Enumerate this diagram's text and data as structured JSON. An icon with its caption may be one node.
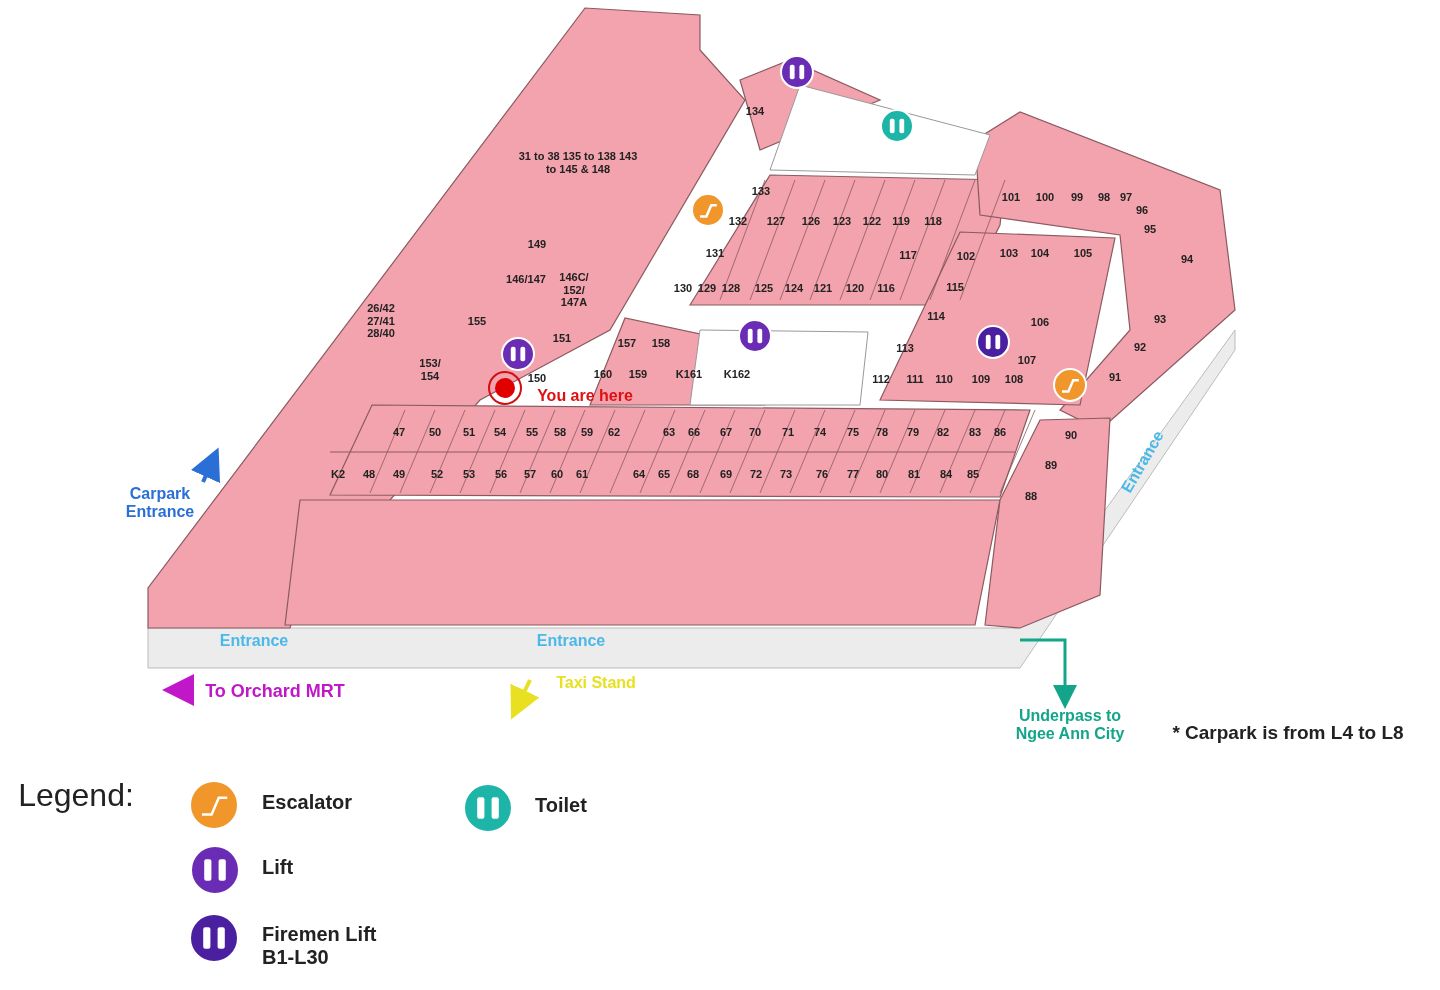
{
  "diagram": {
    "labels": [
      "31 to 38 135 to 138 143 to 145 & 148",
      "149",
      "146/147",
      "146C/ 152/ 147A",
      "26/42 27/41 28/40",
      "155",
      "151",
      "153/ 154",
      "150",
      "157",
      "158",
      "160",
      "159",
      "K161",
      "K162",
      "134",
      "133",
      "132",
      "127",
      "126",
      "123",
      "122",
      "119",
      "118",
      "131",
      "117",
      "102",
      "103",
      "104",
      "105",
      "130",
      "129",
      "128",
      "125",
      "124",
      "121",
      "120",
      "116",
      "115",
      "101",
      "100",
      "99",
      "98",
      "97",
      "96",
      "95",
      "94",
      "114",
      "106",
      "93",
      "113",
      "92",
      "107",
      "112",
      "111",
      "110",
      "109",
      "108",
      "91",
      "You are here",
      "47",
      "50",
      "51",
      "54",
      "55",
      "58",
      "59",
      "62",
      "63",
      "66",
      "67",
      "70",
      "71",
      "74",
      "75",
      "78",
      "79",
      "82",
      "83",
      "86",
      "90",
      "K2",
      "48",
      "49",
      "52",
      "53",
      "56",
      "57",
      "60",
      "61",
      "64",
      "65",
      "68",
      "69",
      "72",
      "73",
      "76",
      "77",
      "80",
      "81",
      "84",
      "85",
      "89",
      "88",
      "Carpark Entrance",
      "Entrance",
      "Entrance",
      "Entrance",
      "To Orchard MRT",
      "Taxi Stand",
      "Underpass to Ngee Ann City",
      "* Carpark is from L4 to L8",
      "Legend:"
    ],
    "legend": [
      {
        "text": "Escalator"
      },
      {
        "text": "Toilet"
      },
      {
        "text": "Lift"
      },
      {
        "text": "Firemen Lift B1-L30"
      }
    ]
  }
}
